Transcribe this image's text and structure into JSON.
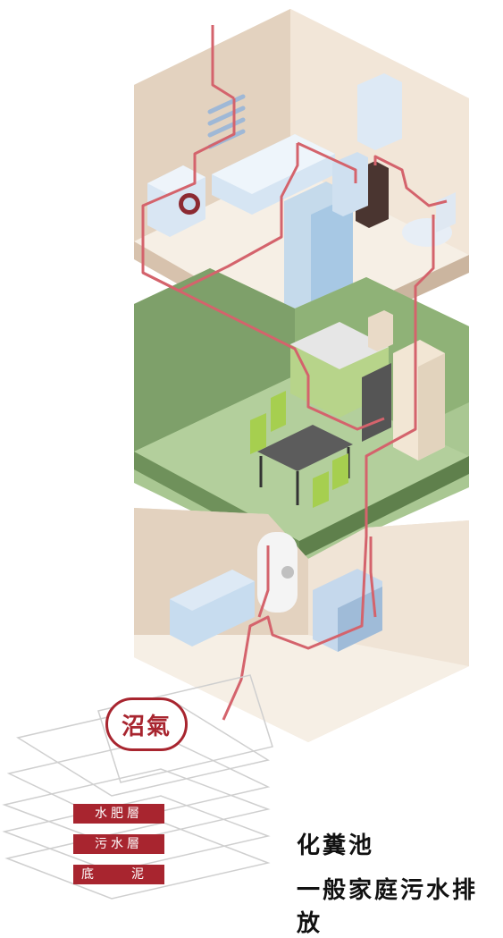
{
  "labels": {
    "gas": "沼氣",
    "layer_fertilizer": "水肥層",
    "layer_sewage": "污水層",
    "layer_sludge": "底　泥"
  },
  "caption": {
    "line1": "化糞池",
    "line2": "一般家庭污水排放"
  },
  "colors": {
    "accent": "#a8252f",
    "pipe": "#d4636c",
    "wall_beige": "#e8d9c8",
    "floor_beige": "#f2e9dd",
    "wall_green": "#7ea06a",
    "floor_green": "#a9c792",
    "fixture_blue": "#c7dcef"
  }
}
